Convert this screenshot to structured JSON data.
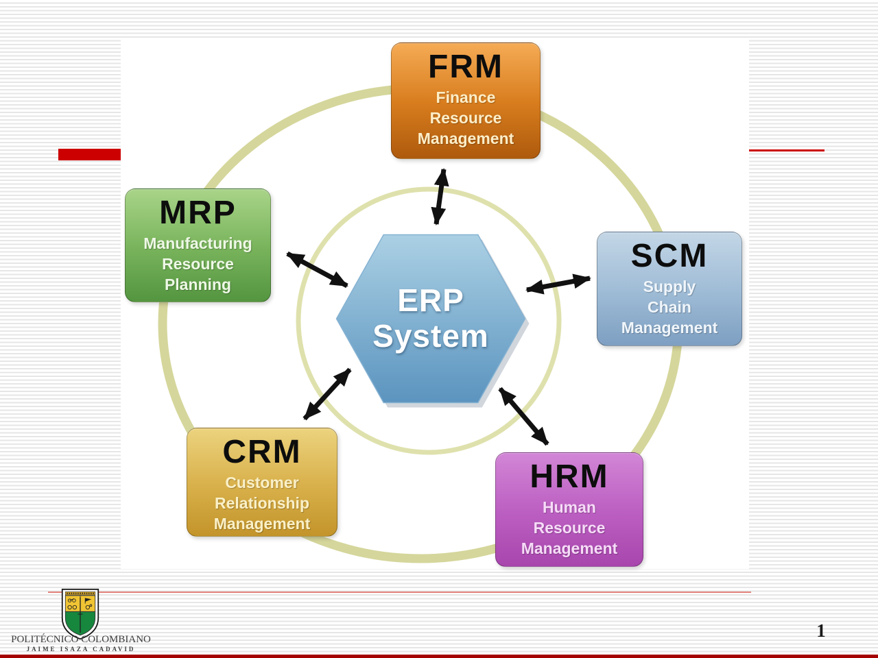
{
  "page": {
    "number": "1"
  },
  "footer": {
    "institution": "POLITÉCNICO COLOMBIANO",
    "subtitle": "JAIME ISAZA CADAVID"
  },
  "diagram": {
    "hexagon": {
      "line1": "ERP",
      "line2": "System"
    },
    "modules": [
      {
        "id": "frm",
        "acronym": "FRM",
        "lines": [
          "Finance",
          "Resource",
          "Management"
        ],
        "color_top": "#f5ab55",
        "color_mid": "#d87d1e",
        "color_bottom": "#ae5a0d",
        "subtitle_color": "#fdeec8"
      },
      {
        "id": "mrp",
        "acronym": "MRP",
        "lines": [
          "Manufacturing",
          "Resource",
          "Planning"
        ],
        "color_top": "#a9d489",
        "color_mid": "#79b45c",
        "color_bottom": "#549540",
        "subtitle_color": "#eef8e6"
      },
      {
        "id": "scm",
        "acronym": "SCM",
        "lines": [
          "Supply",
          "Chain",
          "Management"
        ],
        "color_top": "#c3d6e6",
        "color_mid": "#9fbcd6",
        "color_bottom": "#7e9fc2",
        "subtitle_color": "#f0f6fb"
      },
      {
        "id": "crm",
        "acronym": "CRM",
        "lines": [
          "Customer",
          "Relationship",
          "Management"
        ],
        "color_top": "#ecd37e",
        "color_mid": "#d9b14c",
        "color_bottom": "#c3942a",
        "subtitle_color": "#faf0c8"
      },
      {
        "id": "hrm",
        "acronym": "HRM",
        "lines": [
          "Human",
          "Resource",
          "Management"
        ],
        "color_top": "#d286d6",
        "color_mid": "#bc5fc2",
        "color_bottom": "#a846ad",
        "subtitle_color": "#f6dcf7"
      }
    ],
    "colors": {
      "outer_ring": "#d5d69b",
      "inner_ring": "#dfe1ad",
      "hexagon_top": "#abd0e4",
      "hexagon_bottom": "#5b94bf",
      "arrow": "#111111"
    }
  },
  "accents": {
    "red_bar": "#cc0001",
    "pink_rule": "#e2837b",
    "bottom_bar": "#a50303"
  }
}
